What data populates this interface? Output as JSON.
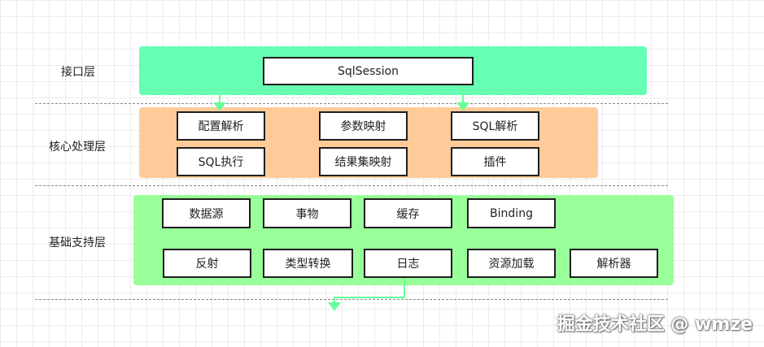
{
  "layers": {
    "interface": {
      "label": "接口层",
      "boxes": [
        "SqlSession"
      ]
    },
    "core": {
      "label": "核心处理层",
      "row1": [
        "配置解析",
        "参数映射",
        "SQL解析"
      ],
      "row2": [
        "SQL执行",
        "结果集映射",
        "插件"
      ]
    },
    "foundation": {
      "label": "基础支持层",
      "row1": [
        "数据源",
        "事物",
        "缓存",
        "Binding"
      ],
      "row2": [
        "反射",
        "类型转换",
        "日志",
        "资源加载",
        "解析器"
      ]
    }
  },
  "colors": {
    "interface_band": "#66ffb3",
    "core_band": "#ffcc99",
    "foundation_band": "#99ff99",
    "arrow": "#66ff99"
  },
  "watermark": "掘金技术社区 @ wmze"
}
